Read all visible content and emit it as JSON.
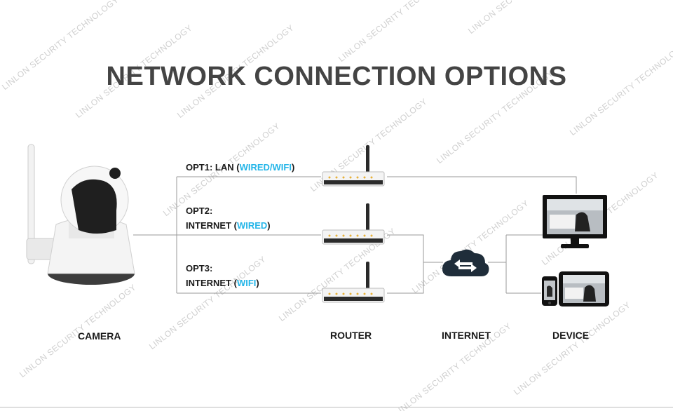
{
  "title": "NETWORK CONNECTION OPTIONS",
  "watermark": "LINLON SECURITY TECHNOLOGY",
  "options": [
    {
      "lines": [
        {
          "prefix": "OPT1: LAN (",
          "highlight": "WIRED/WIFI",
          "suffix": ")"
        }
      ]
    },
    {
      "lines": [
        {
          "prefix": "OPT2:",
          "highlight": "",
          "suffix": ""
        },
        {
          "prefix": "INTERNET (",
          "highlight": "WIRED",
          "suffix": ")"
        }
      ]
    },
    {
      "lines": [
        {
          "prefix": "OPT3:",
          "highlight": "",
          "suffix": ""
        },
        {
          "prefix": "INTERNET (",
          "highlight": "WIFI",
          "suffix": ")"
        }
      ]
    }
  ],
  "labels": {
    "camera": "CAMERA",
    "router": "ROUTER",
    "internet": "INTERNET",
    "device": "DEVICE"
  },
  "colors": {
    "title": "#444444",
    "highlight": "#23b5e8",
    "line": "#9a9a9a",
    "cloud": "#1f2d3a"
  },
  "icons": {
    "camera": "camera-icon",
    "router": "router-icon",
    "cloud": "cloud-icon",
    "monitor": "monitor-icon",
    "tablet": "tablet-icon",
    "phone": "phone-icon"
  }
}
